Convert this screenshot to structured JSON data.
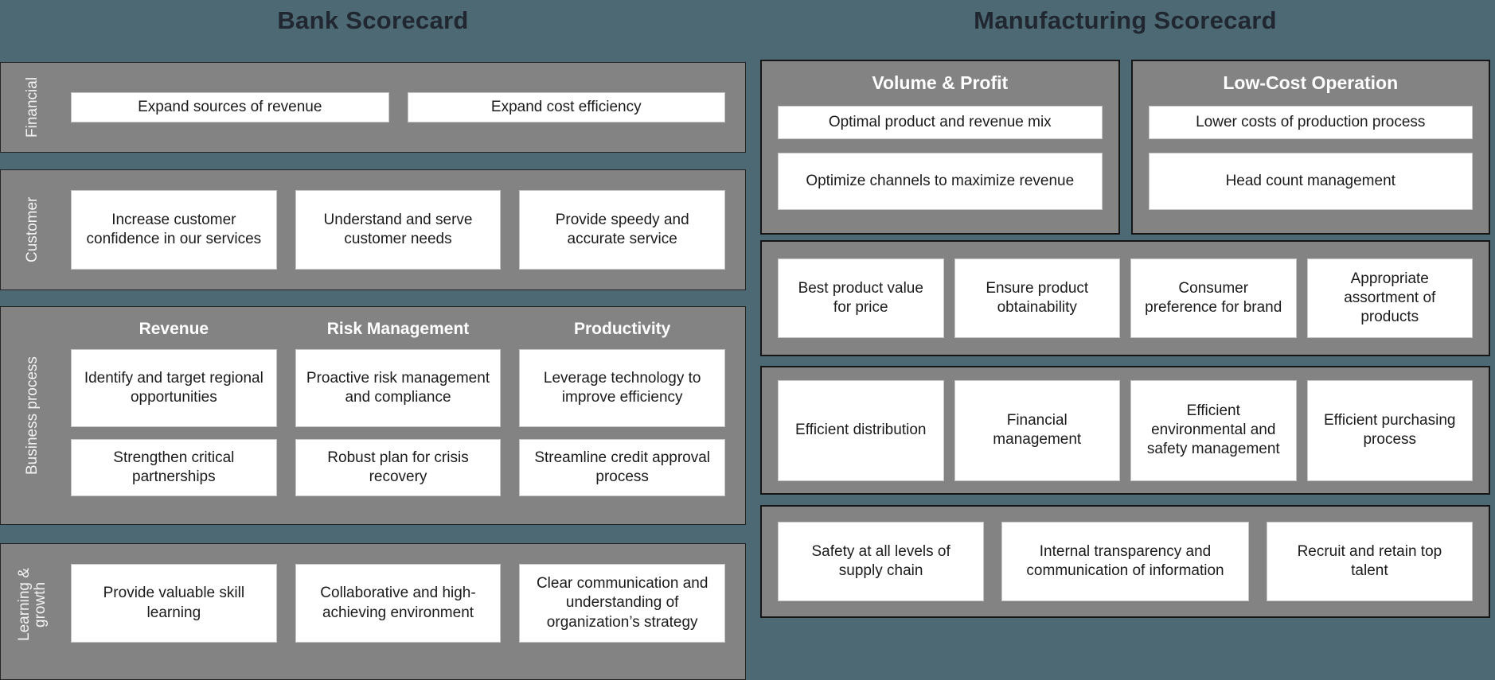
{
  "colors": {
    "background_teal": "#4d6973",
    "panel_gray": "#838383",
    "box_white": "#ffffff",
    "title_dark": "#202731",
    "panel_border": "#1c1c1c",
    "label_white": "#f2f2f2"
  },
  "bank": {
    "title": "Bank Scorecard",
    "rows": [
      {
        "label": "Financial",
        "boxes": [
          "Expand sources of revenue",
          "Expand cost efficiency"
        ]
      },
      {
        "label": "Customer",
        "boxes": [
          "Increase customer confidence in our services",
          "Understand and serve customer needs",
          "Provide speedy and accurate service"
        ]
      },
      {
        "label": "Business process",
        "headers": [
          "Revenue",
          "Risk Management",
          "Productivity"
        ],
        "box_rows": [
          [
            "Identify and target regional opportunities",
            "Proactive risk management and compliance",
            "Leverage technology to improve efficiency"
          ],
          [
            "Strengthen critical partnerships",
            "Robust plan for crisis recovery",
            "Streamline credit approval process"
          ]
        ]
      },
      {
        "label": "Learning & growth",
        "boxes": [
          "Provide valuable skill learning",
          "Collaborative and high-achieving environment",
          "Clear communication and understanding of organization’s strategy"
        ]
      }
    ]
  },
  "manufacturing": {
    "title": "Manufacturing Scorecard",
    "top_panels": [
      {
        "header": "Volume & Profit",
        "boxes": [
          "Optimal product and revenue mix",
          "Optimize channels to maximize revenue"
        ]
      },
      {
        "header": "Low-Cost Operation",
        "boxes": [
          "Lower costs of production process",
          "Head count management"
        ]
      }
    ],
    "rows": [
      [
        "Best product value for price",
        "Ensure product obtainability",
        "Consumer preference for brand",
        "Appropriate assortment of products"
      ],
      [
        "Efficient distribution",
        "Financial management",
        "Efficient environmental and safety management",
        "Efficient purchasing process"
      ],
      [
        "Safety at all levels of supply chain",
        "Internal transparency and communication of information",
        "Recruit and retain top talent"
      ]
    ]
  }
}
